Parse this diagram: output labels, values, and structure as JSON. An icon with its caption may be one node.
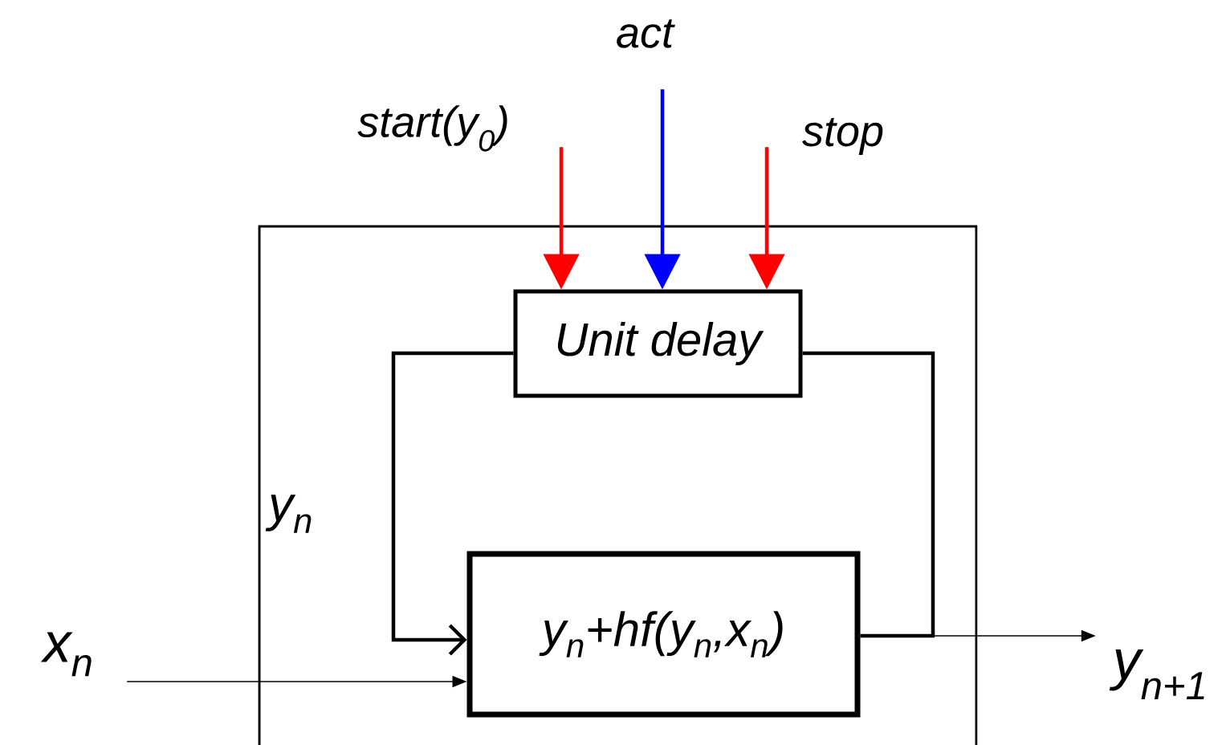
{
  "diagram": {
    "nodes": [
      {
        "text": [],
        "shape": "box"
      },
      {
        "text": [
          "Unit delay"
        ],
        "in": 0
      },
      {
        "text": [
          "y$_{n}$+hf(y$_{n}$,x$_{n}$)"
        ],
        "in": 0
      },
      {
        "text": [
          "start(y$_{0}$)"
        ]
      },
      {
        "text": [
          "act"
        ]
      },
      {
        "text": [
          "stop"
        ]
      },
      {
        "text": [
          "x$_{n}$"
        ]
      },
      {
        "text": [
          "y$_{n+1}$"
        ]
      }
    ],
    "edges": [
      {
        "from": 3,
        "to": 1,
        "arrow": "to",
        "color": "#ff0000"
      },
      {
        "from": 4,
        "to": 1,
        "arrow": "to",
        "color": "#0000ff"
      },
      {
        "from": 5,
        "to": 1,
        "arrow": "to",
        "color": "#ff0000"
      },
      {
        "from": 1,
        "to": 2,
        "arrow": "to"
      },
      {
        "from": 2,
        "to": 1,
        "arrow": "none"
      },
      {
        "from": 6,
        "to": 2,
        "arrow": "to",
        "color": "#000000"
      },
      {
        "from": 2,
        "to": 7,
        "arrow": "to",
        "color": "#000000"
      }
    ],
    "labels": [
      "y$_{n}$"
    ]
  }
}
